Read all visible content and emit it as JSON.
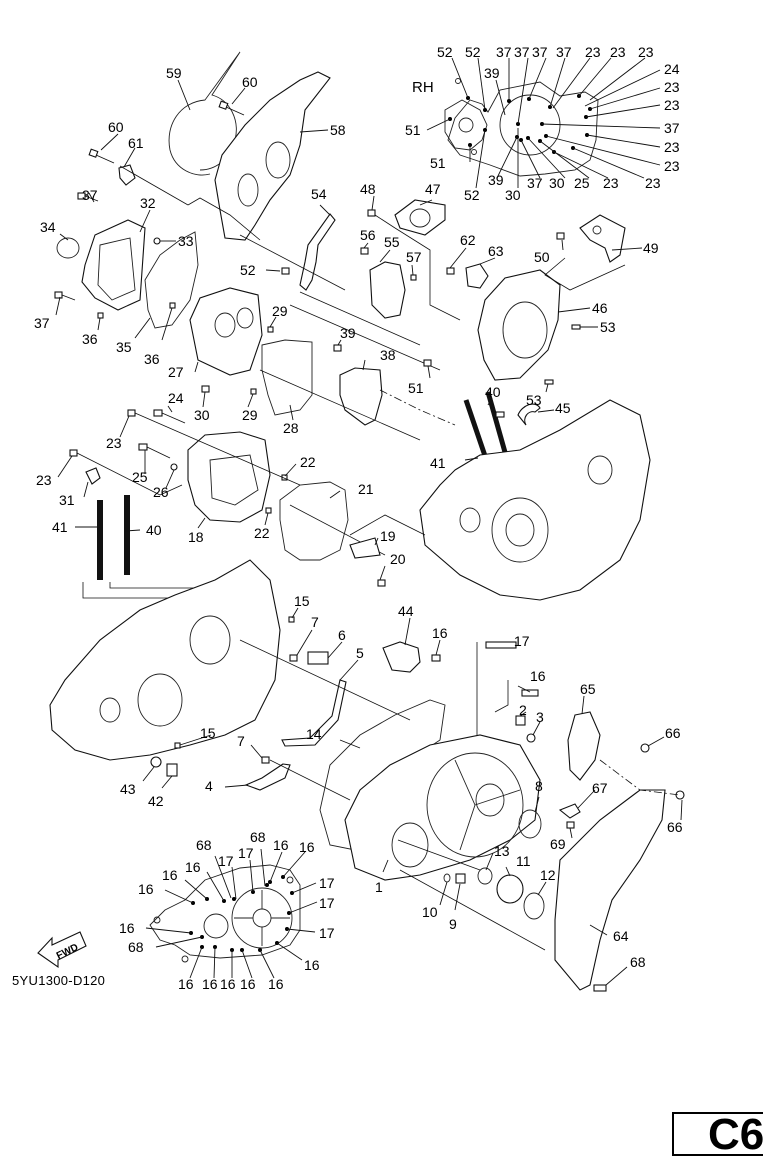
{
  "document": {
    "type": "exploded-parts-diagram",
    "diagram_code": "5YU1300-D120",
    "page_marker": "C6",
    "side_label": "RH",
    "direction_label": "FWD"
  },
  "callouts": {
    "inset_rh": [
      {
        "num": "52"
      },
      {
        "num": "52"
      },
      {
        "num": "37"
      },
      {
        "num": "37"
      },
      {
        "num": "37"
      },
      {
        "num": "37"
      },
      {
        "num": "23"
      },
      {
        "num": "23"
      },
      {
        "num": "23"
      },
      {
        "num": "24"
      },
      {
        "num": "23"
      },
      {
        "num": "23"
      },
      {
        "num": "37"
      },
      {
        "num": "23"
      },
      {
        "num": "23"
      },
      {
        "num": "23"
      },
      {
        "num": "39"
      },
      {
        "num": "51"
      },
      {
        "num": "51"
      },
      {
        "num": "52"
      },
      {
        "num": "39"
      },
      {
        "num": "30"
      },
      {
        "num": "37"
      },
      {
        "num": "30"
      },
      {
        "num": "25"
      },
      {
        "num": "23"
      }
    ],
    "main": [
      {
        "num": "59"
      },
      {
        "num": "60"
      },
      {
        "num": "60"
      },
      {
        "num": "61"
      },
      {
        "num": "58"
      },
      {
        "num": "37"
      },
      {
        "num": "32"
      },
      {
        "num": "34"
      },
      {
        "num": "33"
      },
      {
        "num": "37"
      },
      {
        "num": "36"
      },
      {
        "num": "35"
      },
      {
        "num": "36"
      },
      {
        "num": "54"
      },
      {
        "num": "52"
      },
      {
        "num": "48"
      },
      {
        "num": "47"
      },
      {
        "num": "56"
      },
      {
        "num": "55"
      },
      {
        "num": "57"
      },
      {
        "num": "62"
      },
      {
        "num": "63"
      },
      {
        "num": "50"
      },
      {
        "num": "49"
      },
      {
        "num": "46"
      },
      {
        "num": "53"
      },
      {
        "num": "29"
      },
      {
        "num": "27"
      },
      {
        "num": "30"
      },
      {
        "num": "29"
      },
      {
        "num": "28"
      },
      {
        "num": "39"
      },
      {
        "num": "38"
      },
      {
        "num": "51"
      },
      {
        "num": "53"
      },
      {
        "num": "40"
      },
      {
        "num": "45"
      },
      {
        "num": "41"
      },
      {
        "num": "24"
      },
      {
        "num": "23"
      },
      {
        "num": "23"
      },
      {
        "num": "25"
      },
      {
        "num": "26"
      },
      {
        "num": "31"
      },
      {
        "num": "22"
      },
      {
        "num": "22"
      },
      {
        "num": "18"
      },
      {
        "num": "21"
      },
      {
        "num": "41"
      },
      {
        "num": "40"
      },
      {
        "num": "19"
      },
      {
        "num": "20"
      },
      {
        "num": "15"
      },
      {
        "num": "7"
      },
      {
        "num": "6"
      },
      {
        "num": "5"
      },
      {
        "num": "44"
      },
      {
        "num": "16"
      },
      {
        "num": "17"
      },
      {
        "num": "16"
      },
      {
        "num": "65"
      },
      {
        "num": "2"
      },
      {
        "num": "3"
      },
      {
        "num": "66"
      },
      {
        "num": "15"
      },
      {
        "num": "7"
      },
      {
        "num": "14"
      },
      {
        "num": "43"
      },
      {
        "num": "42"
      },
      {
        "num": "4"
      },
      {
        "num": "8"
      },
      {
        "num": "67"
      },
      {
        "num": "66"
      },
      {
        "num": "69"
      },
      {
        "num": "13"
      },
      {
        "num": "11"
      },
      {
        "num": "12"
      },
      {
        "num": "1"
      },
      {
        "num": "10"
      },
      {
        "num": "9"
      },
      {
        "num": "64"
      },
      {
        "num": "68"
      }
    ],
    "inset_lh": [
      {
        "num": "68"
      },
      {
        "num": "68"
      },
      {
        "num": "16"
      },
      {
        "num": "16"
      },
      {
        "num": "17"
      },
      {
        "num": "17"
      },
      {
        "num": "16"
      },
      {
        "num": "16"
      },
      {
        "num": "16"
      },
      {
        "num": "17"
      },
      {
        "num": "16"
      },
      {
        "num": "17"
      },
      {
        "num": "68"
      },
      {
        "num": "17"
      },
      {
        "num": "16"
      },
      {
        "num": "16"
      },
      {
        "num": "16"
      },
      {
        "num": "16"
      },
      {
        "num": "16"
      }
    ]
  }
}
